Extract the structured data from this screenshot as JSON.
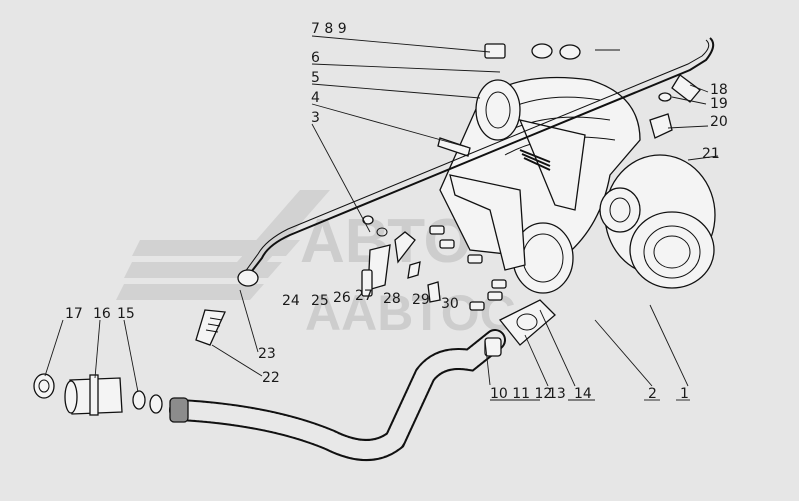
{
  "watermark": {
    "brand_text_1": "АВТО",
    "brand_text_2": "ААВТОС"
  },
  "callouts": [
    {
      "id": "c-789",
      "text": "7 8 9"
    },
    {
      "id": "c-6",
      "text": "6"
    },
    {
      "id": "c-5",
      "text": "5"
    },
    {
      "id": "c-4",
      "text": "4"
    },
    {
      "id": "c-3",
      "text": "3"
    },
    {
      "id": "c-18",
      "text": "18"
    },
    {
      "id": "c-19",
      "text": "19"
    },
    {
      "id": "c-20",
      "text": "20"
    },
    {
      "id": "c-21",
      "text": "21"
    },
    {
      "id": "c-24",
      "text": "24"
    },
    {
      "id": "c-25",
      "text": "25"
    },
    {
      "id": "c-26",
      "text": "26"
    },
    {
      "id": "c-27",
      "text": "27"
    },
    {
      "id": "c-28",
      "text": "28"
    },
    {
      "id": "c-29",
      "text": "29"
    },
    {
      "id": "c-30",
      "text": "30"
    },
    {
      "id": "c-17",
      "text": "17"
    },
    {
      "id": "c-16",
      "text": "16"
    },
    {
      "id": "c-15",
      "text": "15"
    },
    {
      "id": "c-23",
      "text": "23"
    },
    {
      "id": "c-22",
      "text": "22"
    },
    {
      "id": "c-101112",
      "text": "10 11 12"
    },
    {
      "id": "c-13",
      "text": "13"
    },
    {
      "id": "c-14",
      "text": "14"
    },
    {
      "id": "c-2",
      "text": "2"
    },
    {
      "id": "c-1",
      "text": "1"
    }
  ]
}
